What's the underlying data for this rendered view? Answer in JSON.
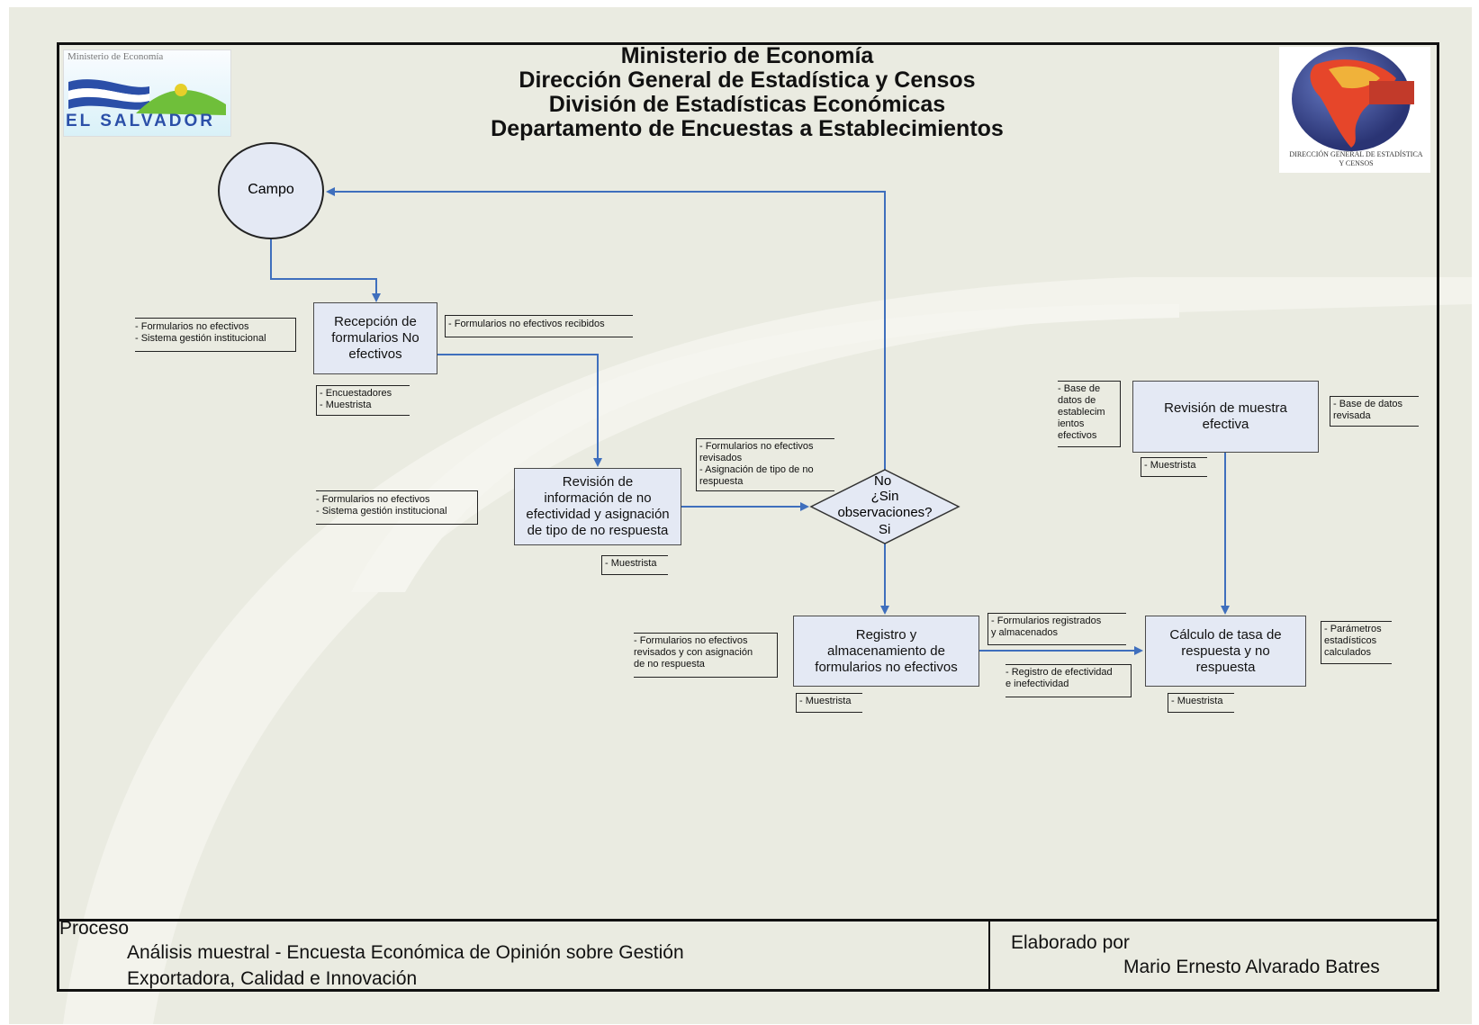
{
  "header": {
    "line1": "Ministerio de Economía",
    "line2": "Dirección General de Estadística y Censos",
    "line3": "División de Estadísticas Económicas",
    "line4": "Departamento de Encuestas a Establecimientos"
  },
  "logo_left": {
    "top_text": "Ministerio de Economía",
    "country": "EL SALVADOR"
  },
  "logo_right": {
    "caption": "DIRECCIÓN GENERAL DE ESTADÍSTICA Y CENSOS"
  },
  "nodes": {
    "campo": "Campo",
    "recepcion": "Recepción de\nformularios No\nefectivos",
    "revision_info": "Revisión de\ninformación de no\nefectividad y asignación\nde tipo de no respuesta",
    "decision_no": "No",
    "decision_q": "¿Sin\nobservaciones?",
    "decision_si": "Si",
    "registro": "Registro y\nalmacenamiento de\nformularios no efectivos",
    "revision_muestra": "Revisión de muestra\nefectiva",
    "calculo": "Cálculo de tasa de\nrespuesta y no\nrespuesta"
  },
  "annotations": {
    "recepcion_in": "- Formularios no efectivos\n- Sistema gestión institucional",
    "recepcion_out": "- Formularios no efectivos recibidos",
    "recepcion_res": "- Encuestadores\n- Muestrista",
    "revision_in": "- Formularios no efectivos\n- Sistema gestión institucional",
    "revision_out": "- Formularios no efectivos\nrevisados\n- Asignación de tipo de no\nrespuesta",
    "revision_res": "- Muestrista",
    "registro_in": "- Formularios no efectivos\nrevisados y con asignación\nde no respuesta",
    "registro_out": "- Formularios registrados\ny almacenados",
    "registro_res": "- Muestrista",
    "registro_efect": "- Registro de efectividad\ne inefectividad",
    "muestra_in": "- Base de\ndatos de\nestablecim\nientos\nefectivos",
    "muestra_out": "- Base de datos\nrevisada",
    "muestra_res": "- Muestrista",
    "calculo_out": "- Parámetros\nestadísticos\ncalculados",
    "calculo_res": "- Muestrista"
  },
  "footer": {
    "proceso_label": "Proceso",
    "proceso_line1": "Análisis muestral - Encuesta Económica de Opinión sobre Gestión",
    "proceso_line2": "Exportadora, Calidad e Innovación",
    "elaborado_label": "Elaborado por",
    "elaborado_name": "Mario Ernesto Alvarado Batres"
  },
  "colors": {
    "node_fill": "#e4e9f4",
    "arrow": "#3f6fbd",
    "background": "#eaebe1"
  }
}
